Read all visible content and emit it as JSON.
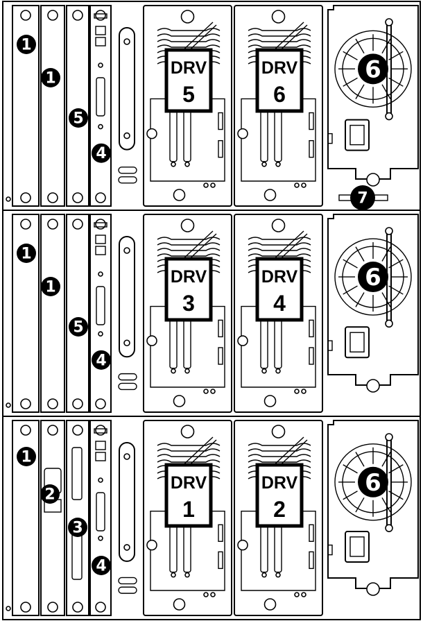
{
  "modules": [
    {
      "drives": [
        {
          "label": "DRV",
          "number": "5"
        },
        {
          "label": "DRV",
          "number": "6"
        }
      ],
      "callouts": [
        "1",
        "1",
        "5",
        "4",
        "6",
        "7"
      ]
    },
    {
      "drives": [
        {
          "label": "DRV",
          "number": "3"
        },
        {
          "label": "DRV",
          "number": "4"
        }
      ],
      "callouts": [
        "1",
        "1",
        "5",
        "4",
        "6"
      ]
    },
    {
      "drives": [
        {
          "label": "DRV",
          "number": "1"
        },
        {
          "label": "DRV",
          "number": "2"
        }
      ],
      "callouts": [
        "1",
        "2",
        "3",
        "4",
        "6"
      ]
    }
  ]
}
